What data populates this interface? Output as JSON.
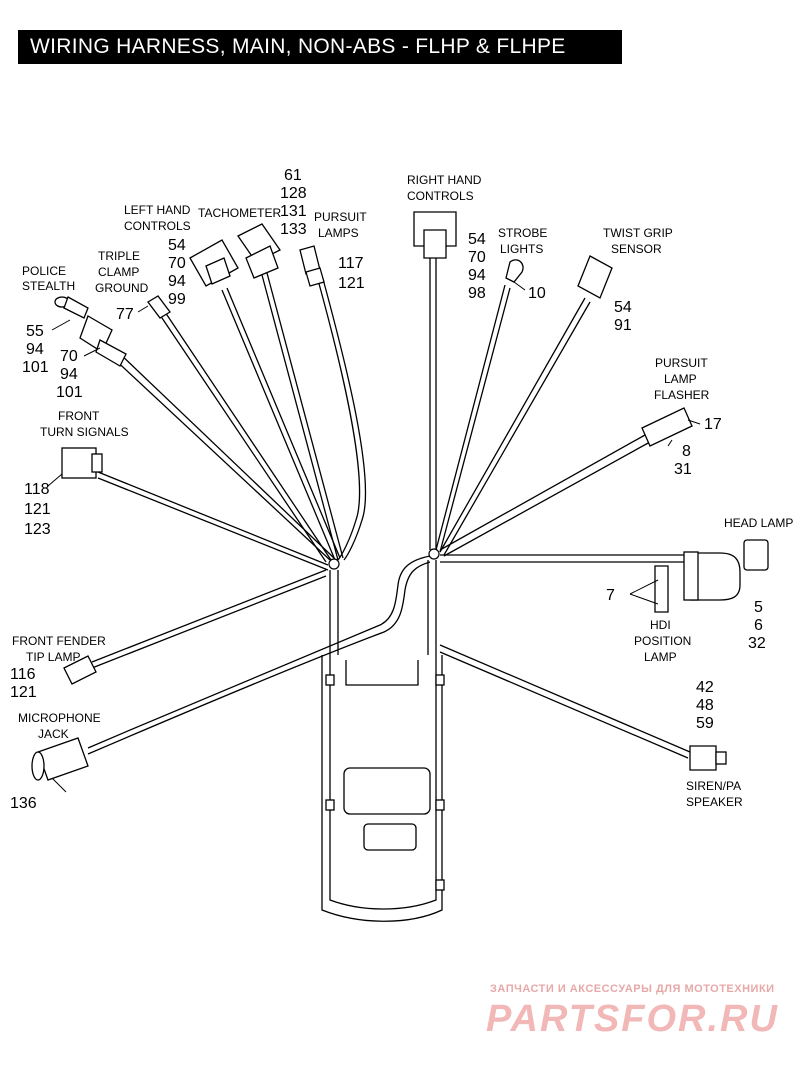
{
  "title": "WIRING HARNESS, MAIN, NON-ABS - FLHP & FLHPE",
  "labels": {
    "police_stealth": [
      "POLICE",
      "STEALTH"
    ],
    "triple_clamp": [
      "TRIPLE",
      "CLAMP",
      "GROUND"
    ],
    "left_hand": [
      "LEFT HAND",
      "CONTROLS"
    ],
    "tachometer": [
      "TACHOMETER"
    ],
    "pursuit_lamps": [
      "PURSUIT",
      "LAMPS"
    ],
    "right_hand": [
      "RIGHT HAND",
      "CONTROLS"
    ],
    "strobe": [
      "STROBE",
      "LIGHTS"
    ],
    "twist_grip": [
      "TWIST GRIP",
      "SENSOR"
    ],
    "pursuit_flasher": [
      "PURSUIT",
      "LAMP",
      "FLASHER"
    ],
    "front_turn": [
      "FRONT",
      "TURN SIGNALS"
    ],
    "head_lamp": [
      "HEAD LAMP"
    ],
    "hdi": [
      "HDI",
      "POSITION",
      "LAMP"
    ],
    "front_fender": [
      "FRONT FENDER",
      "TIP LAMP"
    ],
    "microphone": [
      "MICROPHONE",
      "JACK"
    ],
    "siren": [
      "SIREN/PA",
      "SPEAKER"
    ]
  },
  "numbers": {
    "police_a": [
      "55",
      "94",
      "101"
    ],
    "police_b": [
      "70",
      "94",
      "101"
    ],
    "triple_clamp": [
      "77"
    ],
    "left_hand": [
      "54",
      "70",
      "94",
      "99"
    ],
    "tachometer": [
      "61",
      "128",
      "131",
      "133"
    ],
    "pursuit_lamps": [
      "117",
      "121"
    ],
    "right_hand": [
      "54",
      "70",
      "94",
      "98"
    ],
    "strobe": [
      "10"
    ],
    "twist_grip": [
      "54",
      "91"
    ],
    "flasher_a": [
      "17"
    ],
    "flasher_b": [
      "8",
      "31"
    ],
    "front_turn": [
      "118",
      "121",
      "123"
    ],
    "head_lamp": [
      "5",
      "6",
      "32"
    ],
    "hdi": [
      "7"
    ],
    "front_fender": [
      "116",
      "121"
    ],
    "microphone": [
      "136"
    ],
    "siren": [
      "42",
      "48",
      "59"
    ]
  },
  "watermark": {
    "top": "ЗАПЧАСТИ И АКСЕССУАРЫ ДЛЯ МОТОТЕХНИКИ",
    "logo": "PARTSFOR.RU"
  }
}
